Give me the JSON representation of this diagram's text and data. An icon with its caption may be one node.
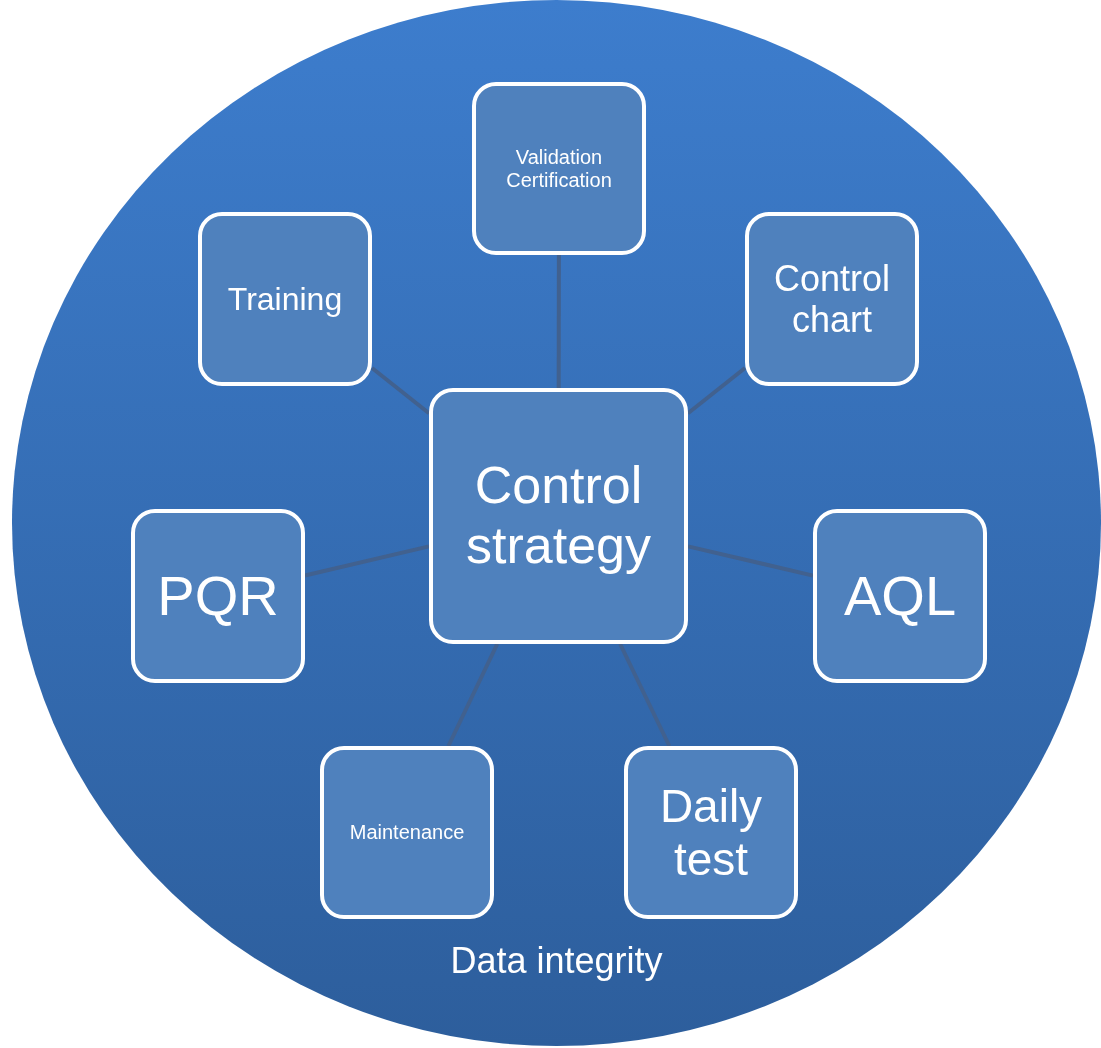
{
  "diagram": {
    "nodes": [
      {
        "text": [
          "Data integrity"
        ]
      },
      {
        "text": [
          "Validation Certification"
        ],
        "in": 0
      },
      {
        "text": [
          "Training"
        ],
        "in": 0
      },
      {
        "text": [
          "Control chart"
        ],
        "in": 0
      },
      {
        "text": [
          "Control strategy"
        ],
        "in": 0
      },
      {
        "text": [
          "PQR"
        ],
        "in": 0
      },
      {
        "text": [
          "AQL"
        ],
        "in": 0
      },
      {
        "text": [
          "Maintenance"
        ],
        "in": 0
      },
      {
        "text": [
          "Daily test"
        ],
        "in": 0
      }
    ],
    "edges": [
      {
        "from": 4,
        "to": 1,
        "arrow": "none"
      },
      {
        "from": 4,
        "to": 2,
        "arrow": "none"
      },
      {
        "from": 4,
        "to": 3,
        "arrow": "none"
      },
      {
        "from": 4,
        "to": 5,
        "arrow": "none"
      },
      {
        "from": 4,
        "to": 6,
        "arrow": "none"
      },
      {
        "from": 4,
        "to": 7,
        "arrow": "none"
      },
      {
        "from": 4,
        "to": 8,
        "arrow": "none"
      }
    ]
  }
}
